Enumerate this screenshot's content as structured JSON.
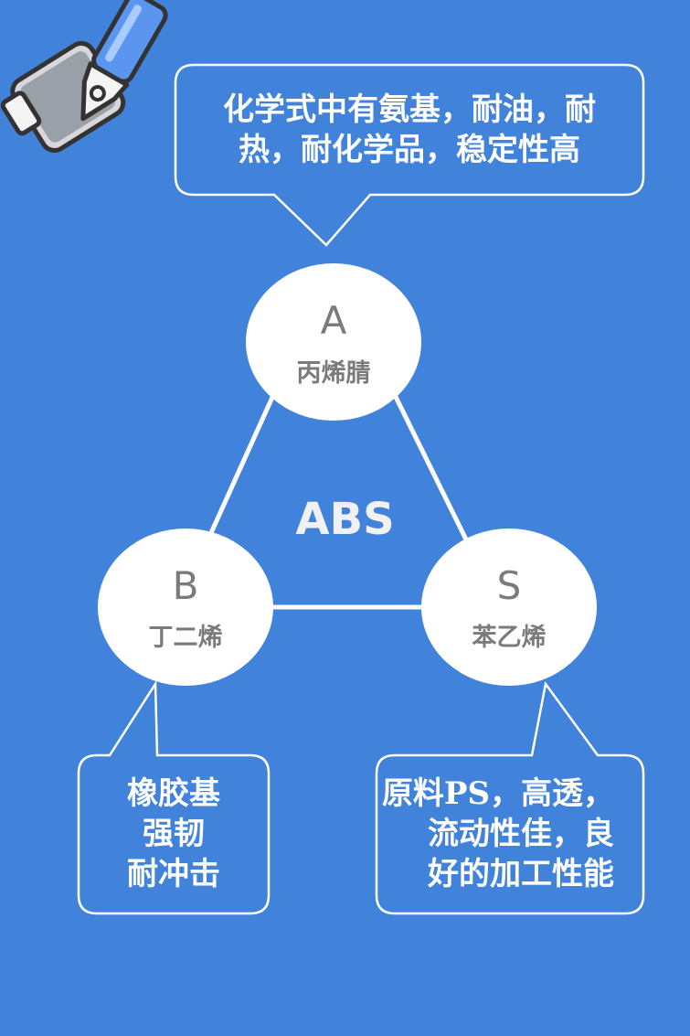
{
  "center": {
    "label": "ABS"
  },
  "nodes": {
    "a": {
      "letter": "A",
      "name": "丙烯腈"
    },
    "b": {
      "letter": "B",
      "name": "丁二烯"
    },
    "s": {
      "letter": "S",
      "name": "苯乙烯"
    }
  },
  "callouts": {
    "a": {
      "lines": [
        "化学式中有氨基，耐油，耐",
        "热，耐化学品，稳定性高"
      ]
    },
    "b": {
      "lines": [
        "橡胶基",
        "强韧",
        "耐冲击"
      ]
    },
    "s": {
      "lines": [
        "原料PS，高透，",
        "流动性佳，良",
        "好的加工性能"
      ]
    }
  },
  "colors": {
    "background": "#4182db",
    "node_fill": "#ffffff",
    "node_text": "#7b7b7b",
    "outline": "#ffffff"
  },
  "icon": {
    "name": "pen-tablet-icon"
  }
}
